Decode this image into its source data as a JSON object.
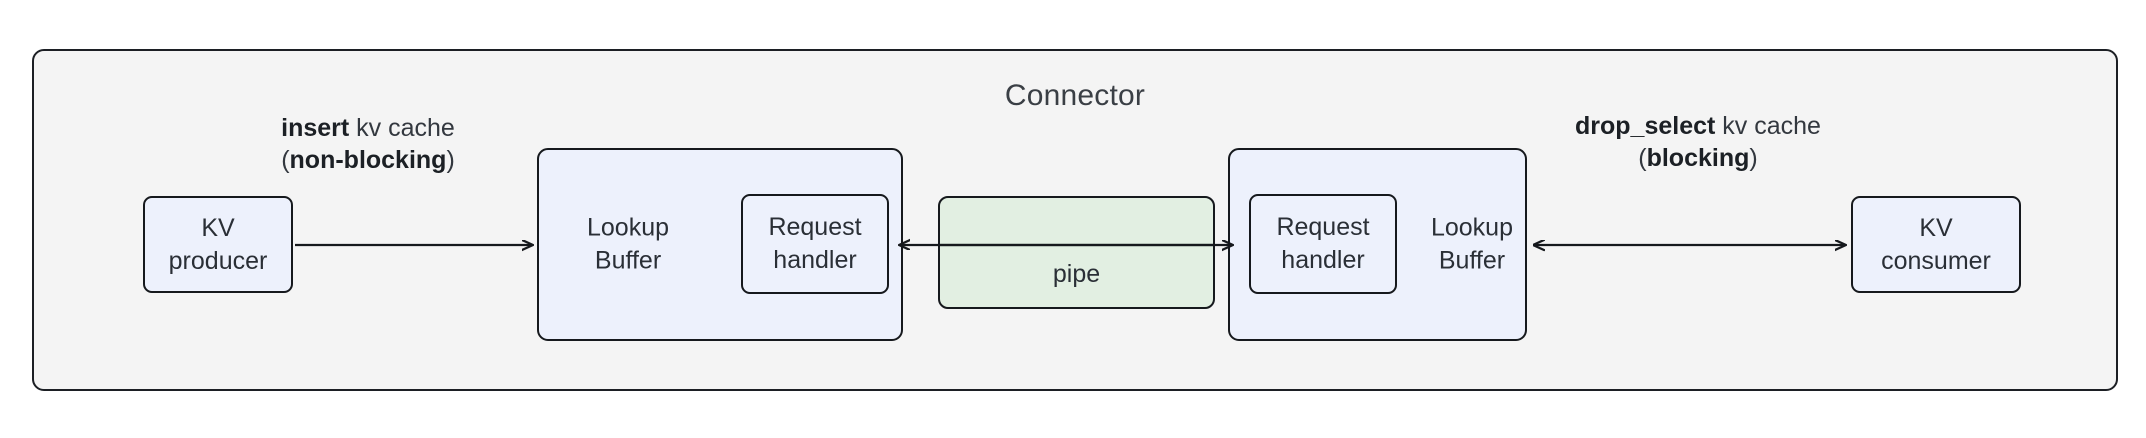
{
  "diagram": {
    "title": "Connector",
    "colors": {
      "canvas_bg": "#ffffff",
      "container_fill": "#f4f4f4",
      "node_fill_blue": "#edf1fc",
      "node_fill_green": "#e2efe2",
      "stroke": "#16191d",
      "text": "#2a2f36"
    },
    "nodes": {
      "kv_producer": {
        "line1": "KV",
        "line2": "producer"
      },
      "lookup_buffer_left": {
        "line1": "Lookup",
        "line2": "Buffer"
      },
      "request_handler_left": {
        "line1": "Request",
        "line2": "handler"
      },
      "pipe": {
        "label": "pipe"
      },
      "request_handler_right": {
        "line1": "Request",
        "line2": "handler"
      },
      "lookup_buffer_right": {
        "line1": "Lookup",
        "line2": "Buffer"
      },
      "kv_consumer": {
        "line1": "KV",
        "line2": "consumer"
      }
    },
    "edges": {
      "insert": {
        "op": "insert",
        "object": " kv cache",
        "mode_open": "(",
        "mode": "non-blocking",
        "mode_close": ")",
        "direction": "producer-to-buffer"
      },
      "drop_select": {
        "op": "drop_select",
        "object": " kv cache",
        "mode_open": "(",
        "mode": "blocking",
        "mode_close": ")",
        "direction": "bidirectional"
      },
      "pipe_left": {
        "direction": "pipe-to-left-buffer"
      },
      "pipe_right": {
        "direction": "pipe-to-right-buffer"
      }
    }
  }
}
